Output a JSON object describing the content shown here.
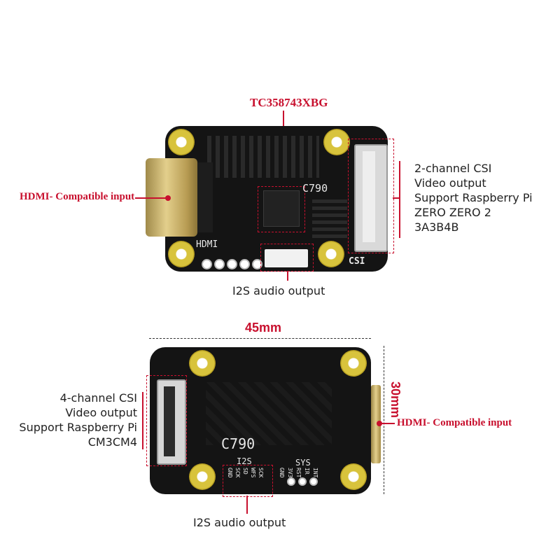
{
  "top_board": {
    "chip_label": "TC358743XBG",
    "board_text": "C790",
    "hdmi_text": "HDMI",
    "csi_text": "CSI",
    "hdmi_callout": "HDMI- Compatible input",
    "csi_callout": [
      "2-channel CSI",
      "Video output",
      "Support Raspberry Pi",
      "ZERO ZERO 2",
      "3A3B4B"
    ],
    "i2s_callout": "I2S audio output"
  },
  "bottom_board": {
    "width_label": "45mm",
    "height_label": "30mm",
    "board_text": "C790",
    "i2s_text": "I2S",
    "sys_text": "SYS",
    "i2s_pins": [
      "GND",
      "SCK",
      "SD",
      "WFS",
      "SCK"
    ],
    "sys_pins": [
      "GND",
      "3V3",
      "RST",
      "IR",
      "INT"
    ],
    "csi_callout": [
      "4-channel CSI",
      "Video output",
      "Support Raspberry Pi",
      "CM3CM4"
    ],
    "hdmi_callout": "HDMI- Compatible input",
    "i2s_callout": "I2S audio output"
  },
  "colors": {
    "accent": "#c8102e",
    "board": "#141414",
    "mount_gold": "#d8c33c"
  }
}
